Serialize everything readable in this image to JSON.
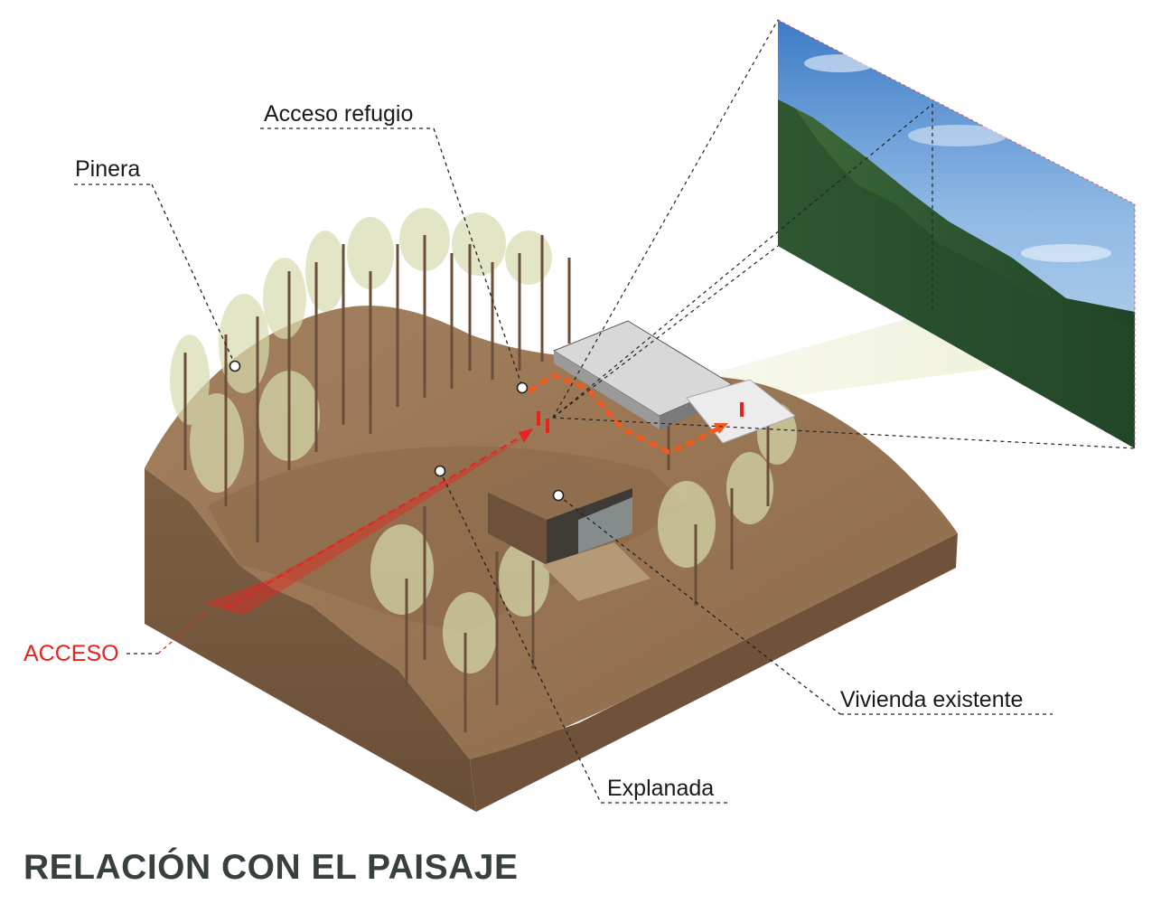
{
  "title": "RELACIÓN CON EL PAISAJE",
  "labels": {
    "pinera": "Pinera",
    "acceso_refugio": "Acceso refugio",
    "acceso": "ACCESO",
    "vivienda_existente": "Vivienda existente",
    "explanada": "Explanada"
  },
  "colors": {
    "terrain": "#8a6a4d",
    "terrain_top": "#9a7856",
    "terrain_side": "#7d5f43",
    "tree_canopy": "#d8dcae",
    "trunk": "#6b4f3a",
    "access_path": "#e8231f",
    "refuge_path": "#f05a1e",
    "title": "#38403f",
    "sky": "#4f8fd0",
    "forest": "#2e5a32"
  },
  "icons": {
    "view_marker": "circle-marker-icon",
    "person": "person-icon",
    "arrow": "arrow-icon"
  }
}
